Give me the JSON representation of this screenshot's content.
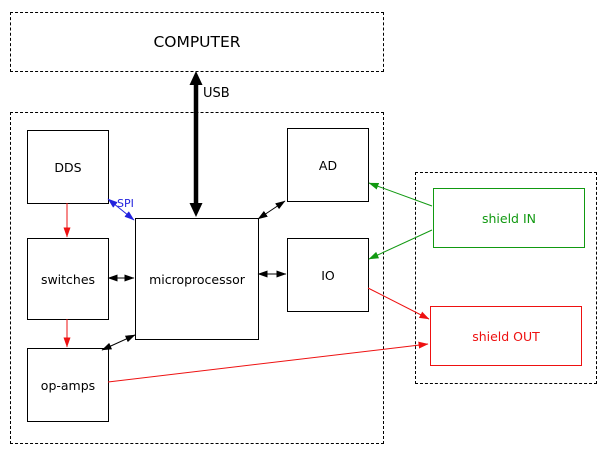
{
  "diagram": {
    "computer": "COMPUTER",
    "usb": "USB",
    "spi": "SPI",
    "board": {
      "dds": "DDS",
      "switches": "switches",
      "opamps": "op-amps",
      "microprocessor": "microprocessor",
      "ad": "AD",
      "io": "IO"
    },
    "shield": {
      "in": "shield IN",
      "out": "shield OUT"
    },
    "colors": {
      "black": "#000000",
      "red": "#ee1111",
      "green": "#119911",
      "blue": "#2222dd"
    }
  }
}
